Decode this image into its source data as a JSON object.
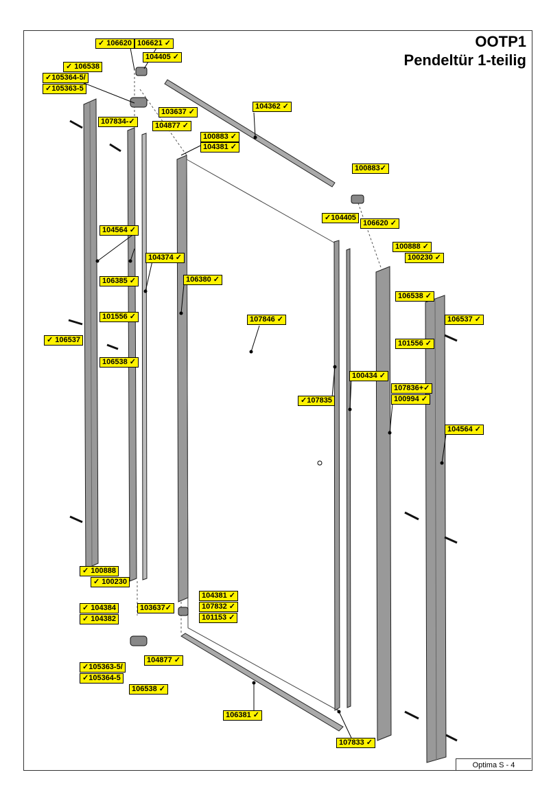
{
  "header": {
    "code": "OOTP1",
    "subtitle": "Pendeltür 1-teilig"
  },
  "footer": {
    "label": "Optima S - 4"
  },
  "parts": [
    {
      "text": "✓ 106620"
    },
    {
      "text": "106621 ✓"
    },
    {
      "text": "104405 ✓"
    },
    {
      "text": "✓ 106538"
    },
    {
      "text": "✓105364-5/"
    },
    {
      "text": "✓105363-5"
    },
    {
      "text": "103637 ✓"
    },
    {
      "text": "104877 ✓"
    },
    {
      "text": "107834-✓"
    },
    {
      "text": "104362 ✓"
    },
    {
      "text": "100883 ✓"
    },
    {
      "text": "104381 ✓"
    },
    {
      "text": "100883✓"
    },
    {
      "text": "✓104405"
    },
    {
      "text": "106620 ✓"
    },
    {
      "text": "100888 ✓"
    },
    {
      "text": "100230 ✓"
    },
    {
      "text": "104564 ✓"
    },
    {
      "text": "104374 ✓"
    },
    {
      "text": "106385 ✓"
    },
    {
      "text": "106380 ✓"
    },
    {
      "text": "106538 ✓"
    },
    {
      "text": "106537 ✓"
    },
    {
      "text": "101556 ✓"
    },
    {
      "text": "107846 ✓"
    },
    {
      "text": "✓ 106537"
    },
    {
      "text": "106538 ✓"
    },
    {
      "text": "101556 ✓"
    },
    {
      "text": "100434 ✓"
    },
    {
      "text": "107836+✓"
    },
    {
      "text": "100994 ✓"
    },
    {
      "text": "✓107835"
    },
    {
      "text": "104564 ✓"
    },
    {
      "text": "✓ 100888"
    },
    {
      "text": "✓ 100230"
    },
    {
      "text": "104381 ✓"
    },
    {
      "text": "✓ 104384"
    },
    {
      "text": "✓ 104382"
    },
    {
      "text": "103637✓"
    },
    {
      "text": "107832 ✓"
    },
    {
      "text": "101153 ✓"
    },
    {
      "text": "104877 ✓"
    },
    {
      "text": "✓105363-5/"
    },
    {
      "text": "✓105364-5"
    },
    {
      "text": "106538 ✓"
    },
    {
      "text": "106381 ✓"
    },
    {
      "text": "107833 ✓"
    }
  ]
}
